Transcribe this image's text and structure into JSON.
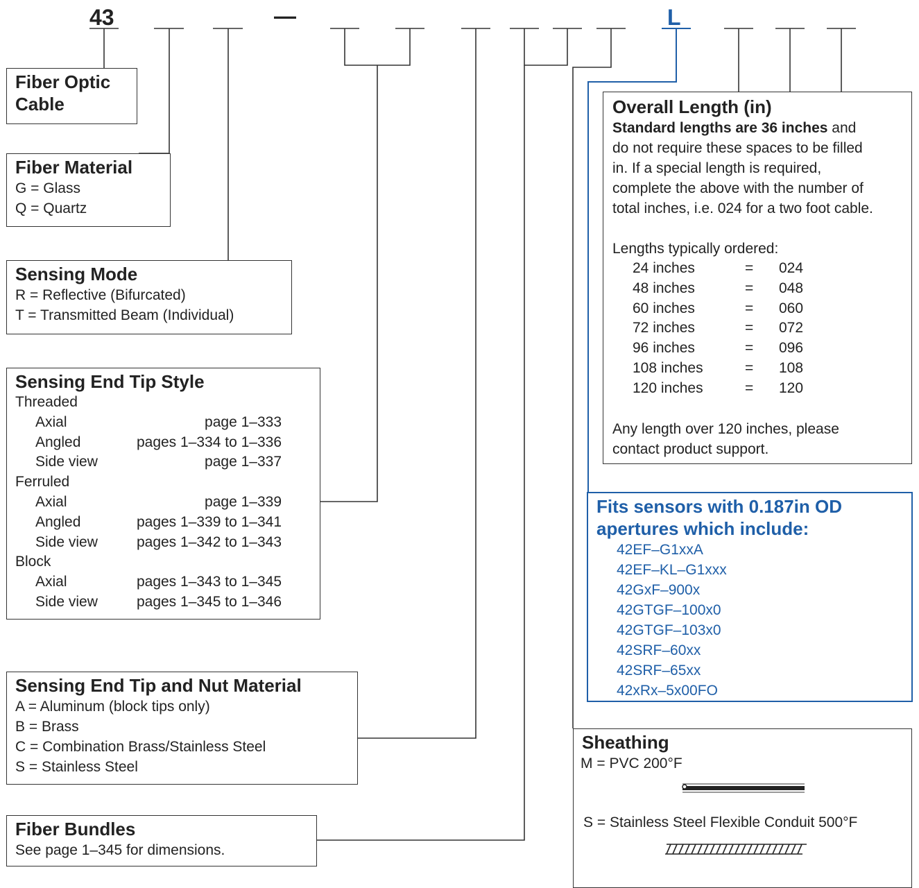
{
  "header": {
    "prefix": "43",
    "dash": "—",
    "fixed_letter": "L"
  },
  "fiber_optic": {
    "title_line1": "Fiber Optic",
    "title_line2": "Cable"
  },
  "fiber_material": {
    "title": "Fiber Material",
    "options": [
      {
        "code": "G",
        "label": "Glass"
      },
      {
        "code": "Q",
        "label": "Quartz"
      }
    ]
  },
  "sensing_mode": {
    "title": "Sensing Mode",
    "options": [
      {
        "code": "R",
        "label": "Reflective (Bifurcated)"
      },
      {
        "code": "T",
        "label": "Transmitted Beam (Individual)"
      }
    ]
  },
  "tip_style": {
    "title": "Sensing End Tip Style",
    "groups": [
      {
        "name": "Threaded",
        "rows": [
          {
            "style": "Axial",
            "pages": "page 1–333"
          },
          {
            "style": "Angled",
            "pages": "pages 1–334 to 1–336"
          },
          {
            "style": "Side view",
            "pages": "page 1–337"
          }
        ]
      },
      {
        "name": "Ferruled",
        "rows": [
          {
            "style": "Axial",
            "pages": "page 1–339"
          },
          {
            "style": "Angled",
            "pages": "pages 1–339 to 1–341"
          },
          {
            "style": "Side view",
            "pages": "pages 1–342 to 1–343"
          }
        ]
      },
      {
        "name": "Block",
        "rows": [
          {
            "style": "Axial",
            "pages": "pages 1–343 to 1–345"
          },
          {
            "style": "Side view",
            "pages": "pages 1–345 to 1–346"
          }
        ]
      }
    ]
  },
  "tip_material": {
    "title": "Sensing End Tip and Nut Material",
    "options": [
      {
        "code": "A",
        "label": "Aluminum (block tips only)"
      },
      {
        "code": "B",
        "label": "Brass"
      },
      {
        "code": "C",
        "label": "Combination Brass/Stainless Steel"
      },
      {
        "code": "S",
        "label": "Stainless Steel"
      }
    ]
  },
  "fiber_bundles": {
    "title": "Fiber Bundles",
    "note": "See page 1–345 for dimensions."
  },
  "overall_length": {
    "title": "Overall Length (in)",
    "intro_bold": "Standard lengths are 36 inches",
    "intro_rest": " and",
    "lines": [
      "do not require these spaces to be filled",
      "in. If a special length is required,",
      "complete the above with the number of",
      "total inches, i.e. 024 for a two foot cable."
    ],
    "typical_heading": "Lengths typically ordered:",
    "typical": [
      {
        "length": "24 inches",
        "code": "024"
      },
      {
        "length": "48 inches",
        "code": "048"
      },
      {
        "length": "60 inches",
        "code": "060"
      },
      {
        "length": "72 inches",
        "code": "072"
      },
      {
        "length": "96 inches",
        "code": "096"
      },
      {
        "length": "108 inches",
        "code": "108"
      },
      {
        "length": "120 inches",
        "code": "120"
      }
    ],
    "footer_line1": "Any length over 120 inches, please",
    "footer_line2": "contact product support."
  },
  "fits": {
    "title_line1": "Fits sensors with 0.187in OD",
    "title_line2": "apertures which include:",
    "models": [
      "42EF–G1xxA",
      "42EF–KL–G1xxx",
      "42GxF–900x",
      "42GTGF–100x0",
      "42GTGF–103x0",
      "42SRF–60xx",
      "42SRF–65xx",
      "42xRx–5x00FO"
    ]
  },
  "sheathing": {
    "title": "Sheathing",
    "options": [
      {
        "code": "M",
        "label": "PVC 200°F"
      },
      {
        "code": "S",
        "label": "Stainless Steel Flexible Conduit 500°F"
      }
    ]
  },
  "colors": {
    "accent": "#1f5fa8",
    "line": "#333333"
  }
}
